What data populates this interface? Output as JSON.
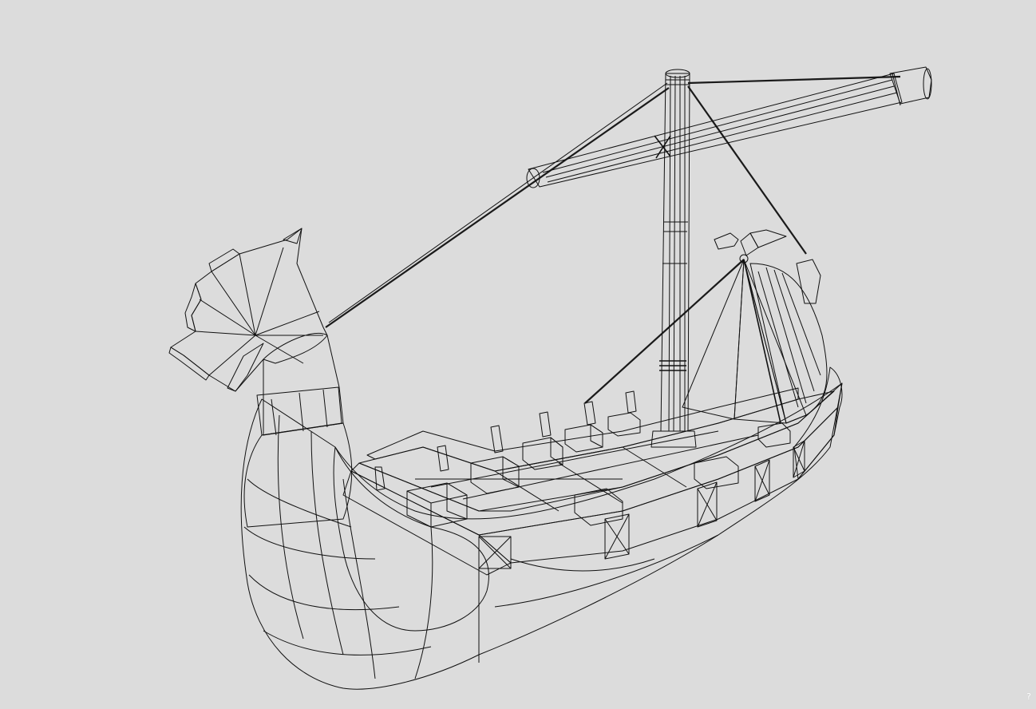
{
  "viewport": {
    "background": "#dcdcdc",
    "model": {
      "name": "viking-longship-model",
      "parts": [
        "dragon-head-prow",
        "hull",
        "mast",
        "yard-boom",
        "tent-sail",
        "stern",
        "deck-crates",
        "oar-locks",
        "rigging-ropes"
      ]
    },
    "colors": {
      "face_light": "#f4f5f6",
      "face_mid": "#c9cbcd",
      "face_dark": "#a9abad",
      "edge": "#111111"
    }
  },
  "help": {
    "label": "?"
  }
}
